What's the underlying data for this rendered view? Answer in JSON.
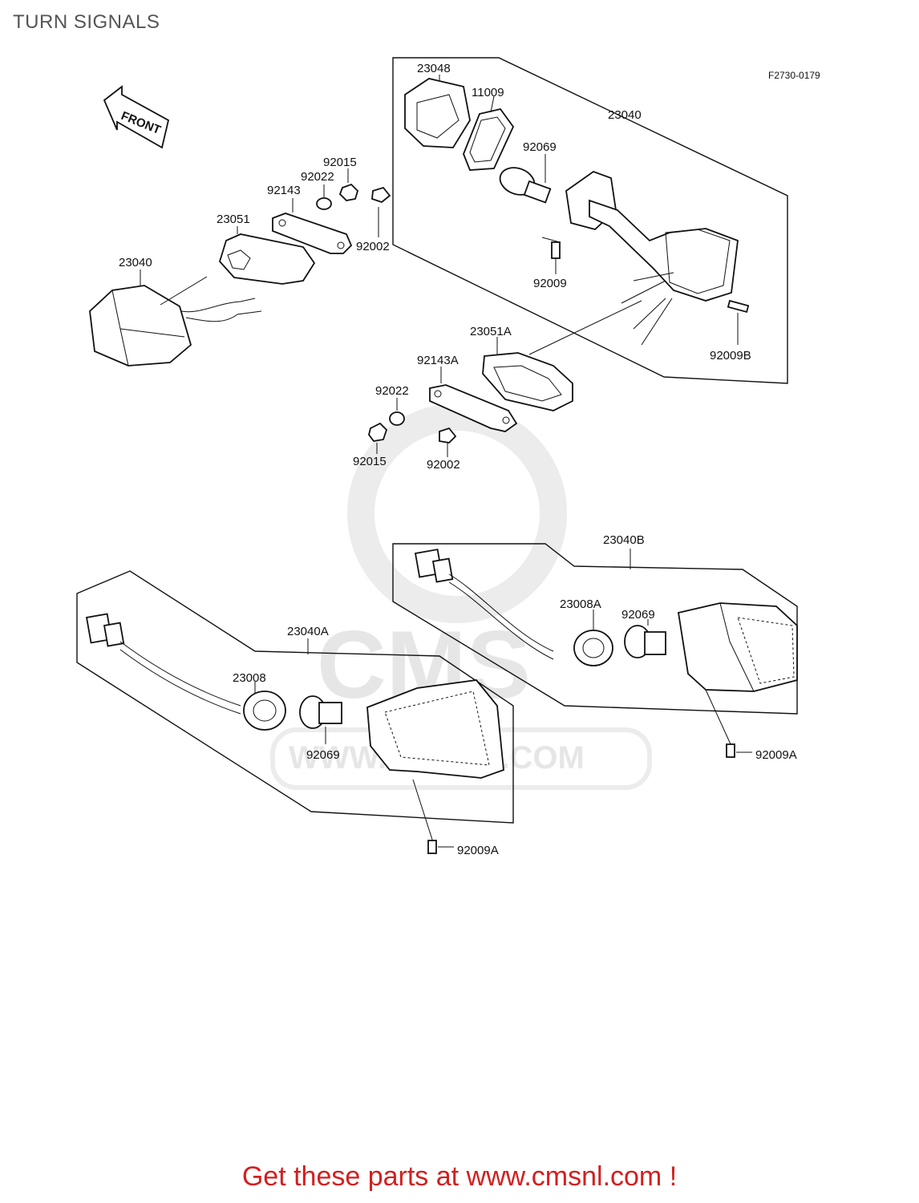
{
  "header": {
    "title": "TURN SIGNALS"
  },
  "diagram": {
    "ref_code": "F2730-0179",
    "front_label": "FRONT",
    "watermark": {
      "text1": "CMS",
      "text2": "WWW.CMSNL.COM"
    },
    "labels": {
      "p23048": "23048",
      "p11009": "11009",
      "p23040_top": "23040",
      "p92069_top": "92069",
      "p92015_a": "92015",
      "p92022_a": "92022",
      "p92143": "92143",
      "p23051": "23051",
      "p92002_a": "92002",
      "p23040_left": "23040",
      "p92009": "92009",
      "p23051A": "23051A",
      "p92143A": "92143A",
      "p92022_b": "92022",
      "p92009B": "92009B",
      "p92015_b": "92015",
      "p92002_b": "92002",
      "p23040B": "23040B",
      "p23008A": "23008A",
      "p92069_b": "92069",
      "p23040A": "23040A",
      "p23008": "23008",
      "p92069_c": "92069",
      "p92009A_right": "92009A",
      "p92009A_bottom": "92009A"
    }
  },
  "footer": {
    "banner": "Get these parts at www.cmsnl.com !"
  },
  "colors": {
    "title": "#555555",
    "banner": "#d21f1f",
    "ink": "#111111",
    "watermark": "#e6e6e6"
  }
}
